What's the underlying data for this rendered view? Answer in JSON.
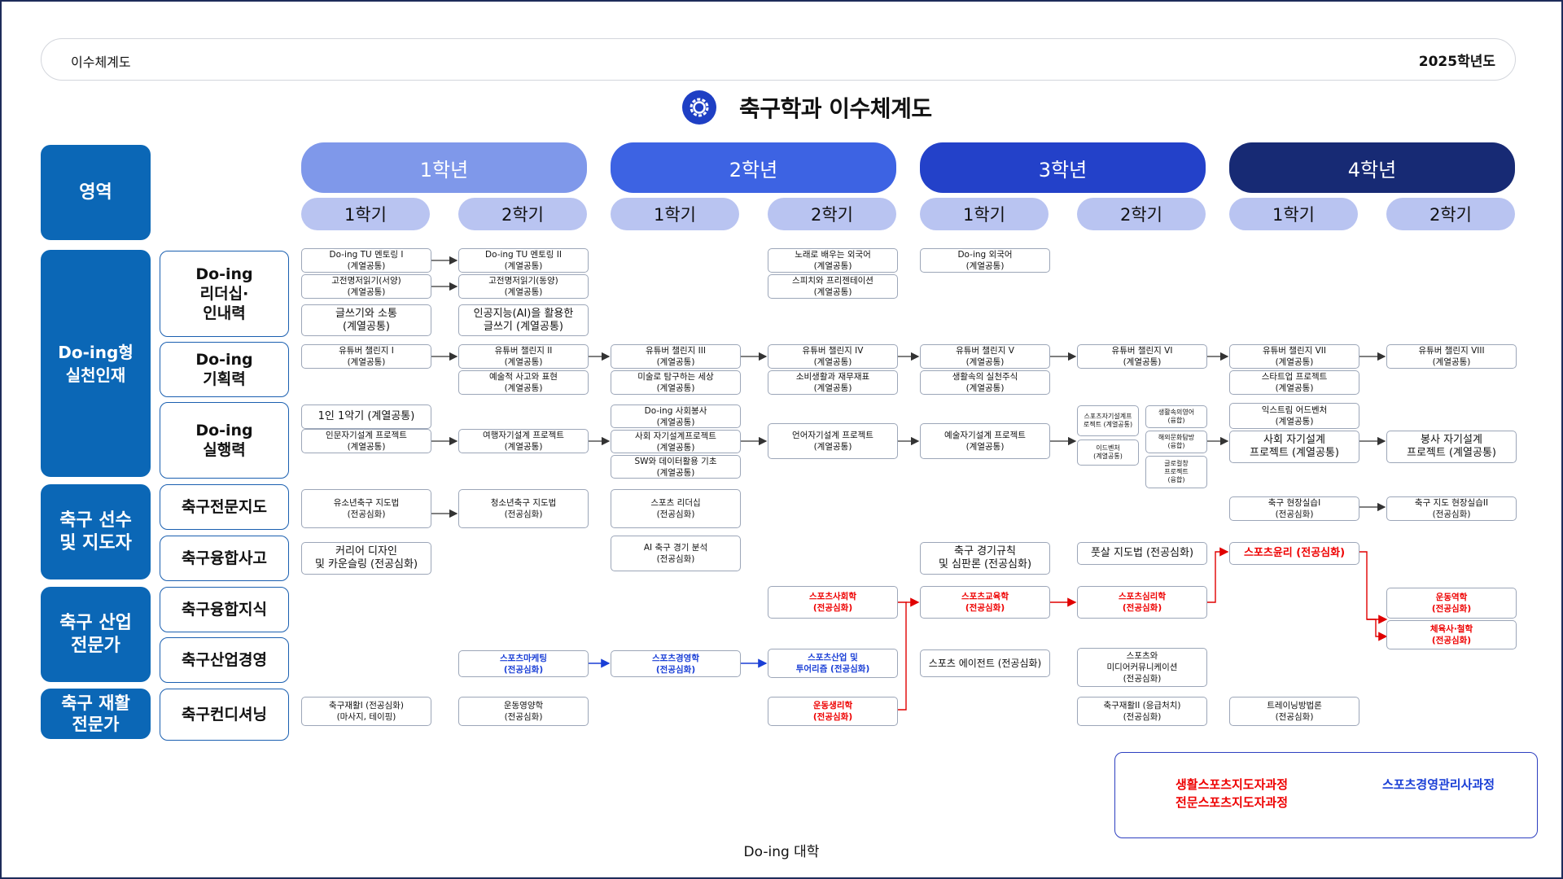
{
  "header": {
    "left_label": "이수체계도",
    "year": "2025학년도"
  },
  "title": "축구학과 이수체계도",
  "grades": [
    "1학년",
    "2학년",
    "3학년",
    "4학년"
  ],
  "semesters": [
    "1학기",
    "2학기",
    "1학기",
    "2학기",
    "1학기",
    "2학기",
    "1학기",
    "2학기"
  ],
  "zones": {
    "header": "영역",
    "doing": "Do-ing형\n실천인재",
    "coach": "축구 선수\n및 지도자",
    "industry": "축구 산업\n전문가",
    "rehab": "축구 재활\n전문가"
  },
  "competencies": {
    "leadership": "Do-ing\n리더십·\n인내력",
    "planning": "Do-ing\n기획력",
    "execution": "Do-ing\n실행력",
    "coaching": "축구전문지도",
    "fusion_thinking": "축구융합사고",
    "fusion_knowledge": "축구융합지식",
    "management": "축구산업경영",
    "conditioning": "축구컨디셔닝"
  },
  "courses": {
    "c1": "Do-ing TU 멘토링 I\n(계열공통)",
    "c2": "고전명저읽기(서양)\n(계열공통)",
    "c3": "글쓰기와 소통\n(계열공통)",
    "c4": "Do-ing TU 멘토링 II\n(계열공통)",
    "c5": "고전명저읽기(동양)\n(계열공통)",
    "c6": "인공지능(AI)을 활용한\n글쓰기 (계열공통)",
    "c7": "노래로 배우는 외국어\n(계열공통)",
    "c8": "스피치와 프리젠테이션\n(계열공통)",
    "c9": "Do-ing 외국어\n(계열공통)",
    "p1": "유튜버 챌린지 I\n(계열공통)",
    "p2": "유튜버 챌린지 II\n(계열공통)",
    "p3": "예술적 사고와 표현\n(계열공통)",
    "p4": "유튜버 챌린지 III\n(계열공통)",
    "p5": "미술로 탐구하는 세상\n(계열공통)",
    "p6": "유튜버 챌린지 IV\n(계열공통)",
    "p7": "소비생활과 재무재표\n(계열공통)",
    "p8": "유튜버 챌린지 V\n(계열공통)",
    "p9": "생활속의 실천주식\n(계열공통)",
    "p10": "유튜버 챌린지 VI\n(계열공통)",
    "p11": "유튜버 챌린지 VII\n(계열공통)",
    "p12": "스타트업 프로젝트\n(계열공통)",
    "p13": "유튜버 챌린지 VIII\n(계열공통)",
    "e1": "1인 1악기 (계열공통)",
    "e2": "인문자기설계 프로젝트\n(계열공통)",
    "e3": "여행자기설계 프로젝트\n(계열공통)",
    "e4": "Do-ing 사회봉사\n(계열공통)",
    "e5": "사회 자기설계프로젝트\n(계열공통)",
    "e6": "SW와 데이터활용 기초\n(계열공통)",
    "e7": "언어자기설계 프로젝트\n(계열공통)",
    "e8": "예술자기설계 프로젝트\n(계열공통)",
    "e9": "스포츠자기설계프\n로젝트 (계열공통)",
    "e10": "이드벤처\n(계열공통)",
    "e11": "생활속의영어\n(융합)",
    "e12": "해외문화탐방\n(융합)",
    "e13": "글로컬창\n프로젝트\n(융합)",
    "e14": "익스트림 어드벤처\n(계열공통)",
    "e15": "사회 자기설계\n프로젝트 (계열공통)",
    "e16": "봉사 자기설계\n프로젝트 (계열공통)",
    "s1": "유소년축구 지도법\n(전공심화)",
    "s2": "청소년축구 지도법\n(전공심화)",
    "s3": "스포츠 리더십\n(전공심화)",
    "s4": "축구 현장실습I\n(전공심화)",
    "s5": "축구 지도 현장실습II\n(전공심화)",
    "f1": "커리어 디자인\n및 카운슬링 (전공심화)",
    "f2": "AI 축구 경기 분석\n(전공심화)",
    "f3": "축구 경기규칙\n및 심판론 (전공심화)",
    "f4": "풋살 지도법 (전공심화)",
    "f5": "스포츠윤리 (전공심화)",
    "k1": "스포츠사회학\n(전공심화)",
    "k2": "스포츠교육학\n(전공심화)",
    "k3": "스포츠심리학\n(전공심화)",
    "k4": "운동역학\n(전공심화)",
    "k5": "체육사·철학\n(전공심화)",
    "m1": "스포츠마케팅\n(전공심화)",
    "m2": "스포츠경영학\n(전공심화)",
    "m3": "스포츠산업 및\n투어리즘 (전공심화)",
    "m4": "스포츠 에이전트 (전공심화)",
    "m5": "스포츠와\n미디어커뮤니케이션\n(전공심화)",
    "r1": "축구재활I (전공심화)\n(마사지, 테이핑)",
    "r2": "운동영양학\n(전공심화)",
    "r3": "운동생리학\n(전공심화)",
    "r4": "축구재활II (응급처치)\n(전공심화)",
    "r5": "트레이닝방법론\n(전공심화)"
  },
  "legend": {
    "red": "생활스포츠지도자과정\n전문스포츠지도자과정",
    "blue": "스포츠경영관리사과정"
  },
  "footer": "Do-ing 대학",
  "colors": {
    "zone": "#0b67b6",
    "grade1": "#7f98ea",
    "grade2": "#3d63e3",
    "grade3": "#2341c9",
    "grade4": "#172a74",
    "semester": "#b9c4f1",
    "red_track": "#e00000",
    "blue_track": "#1a3fd6"
  }
}
